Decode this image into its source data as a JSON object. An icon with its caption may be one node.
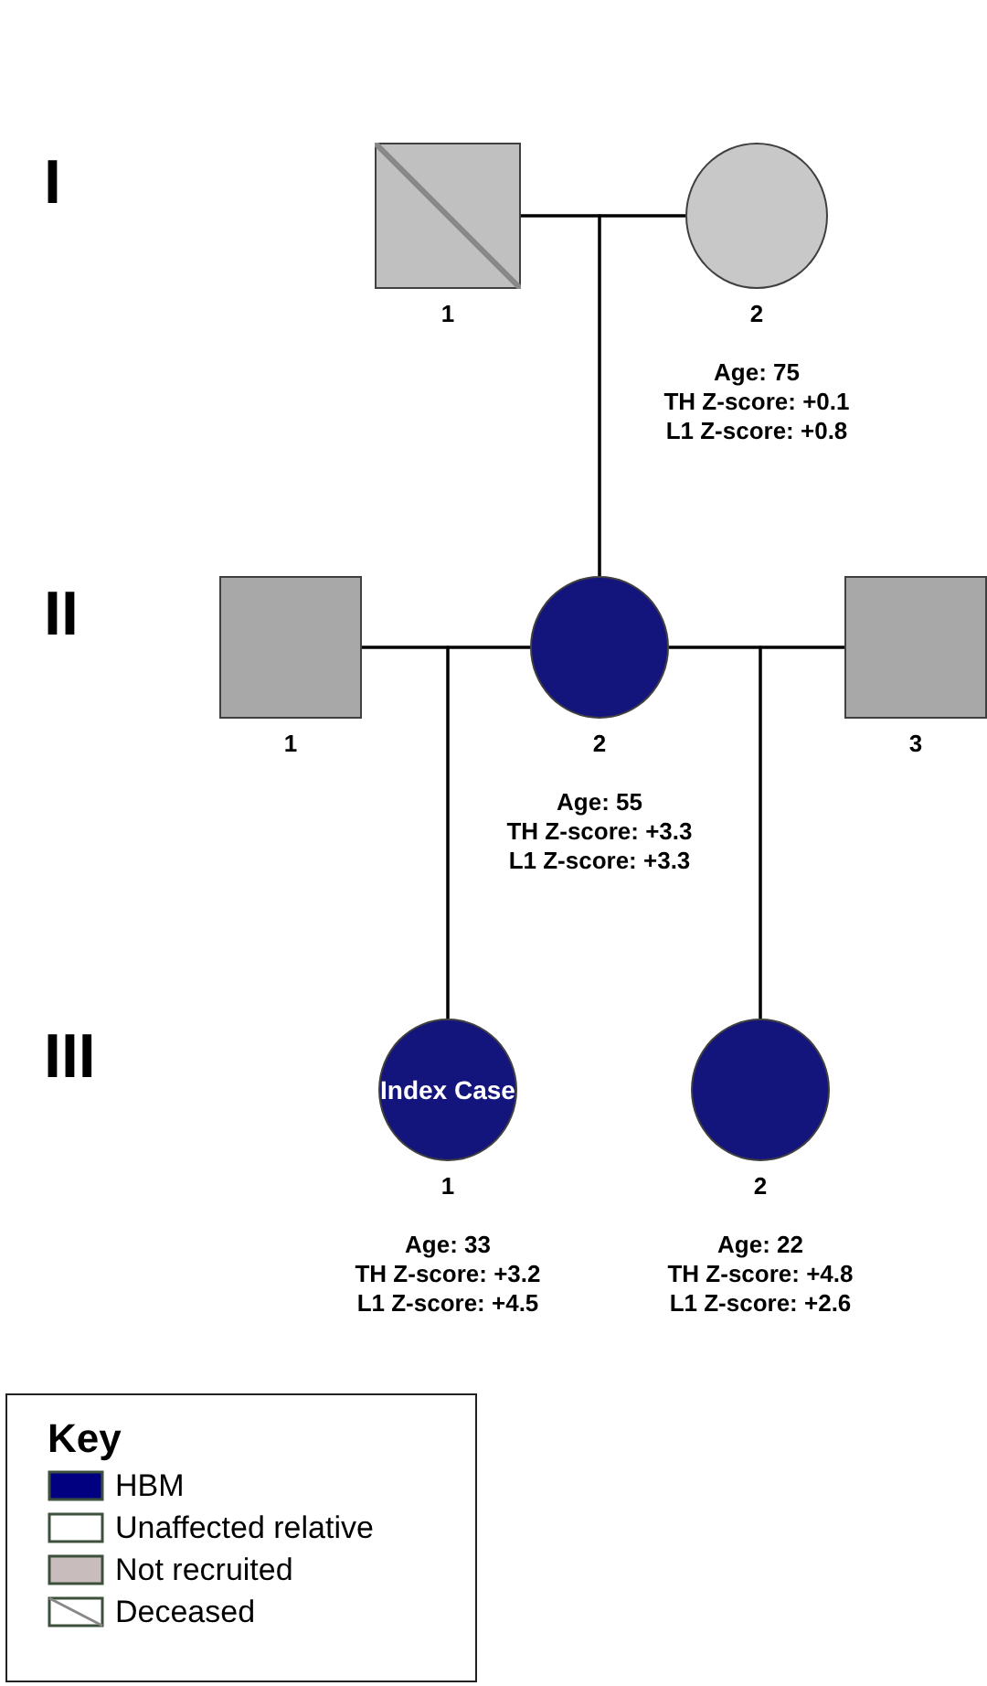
{
  "diagram": {
    "nodes": [
      {
        "text": [],
        "shape": "box",
        "beside": [
          "1"
        ]
      },
      {
        "text": [],
        "shape": "circle",
        "beside": [
          "2",
          "Age: 75",
          "TH Z-score: +0.1",
          "L1 Z-score: +0.8"
        ]
      },
      {
        "text": [],
        "shape": "box",
        "beside": [
          "1"
        ]
      },
      {
        "text": [],
        "shape": "circle",
        "beside": [
          "2",
          "Age: 55",
          "TH Z-score: +3.3",
          "L1 Z-score: +3.3"
        ]
      },
      {
        "text": [],
        "shape": "box",
        "beside": [
          "3"
        ]
      },
      {
        "text": [
          "Index Case"
        ],
        "beside": [
          "1",
          "Age: 33",
          "TH Z-score: +3.2",
          "L1 Z-score: +4.5"
        ]
      },
      {
        "text": [],
        "shape": "circle",
        "beside": [
          "2",
          "Age: 22",
          "TH Z-score: +4.8",
          "L1 Z-score: +2.6"
        ]
      }
    ],
    "edges": [
      {
        "from": 0,
        "to": 1,
        "arrow": "none"
      },
      {
        "from": 0,
        "to": 3,
        "arrow": "none"
      },
      {
        "from": 1,
        "to": 3,
        "arrow": "none"
      },
      {
        "from": 2,
        "to": 3,
        "arrow": "none"
      },
      {
        "from": 3,
        "to": 4,
        "arrow": "none"
      },
      {
        "from": 2,
        "to": 5,
        "arrow": "none"
      },
      {
        "from": 3,
        "to": 5,
        "arrow": "none"
      },
      {
        "from": 3,
        "to": 6,
        "arrow": "none"
      },
      {
        "from": 4,
        "to": 6,
        "arrow": "none"
      }
    ],
    "labels": [
      "I",
      "II",
      "III",
      "Key"
    ],
    "legend": [
      {
        "text": "HBM",
        "color": "#000080"
      },
      {
        "text": "Unaffected relative"
      },
      {
        "text": "Not recruited",
        "color": "#c9bcbc"
      },
      {
        "text": "Deceased"
      }
    ]
  }
}
